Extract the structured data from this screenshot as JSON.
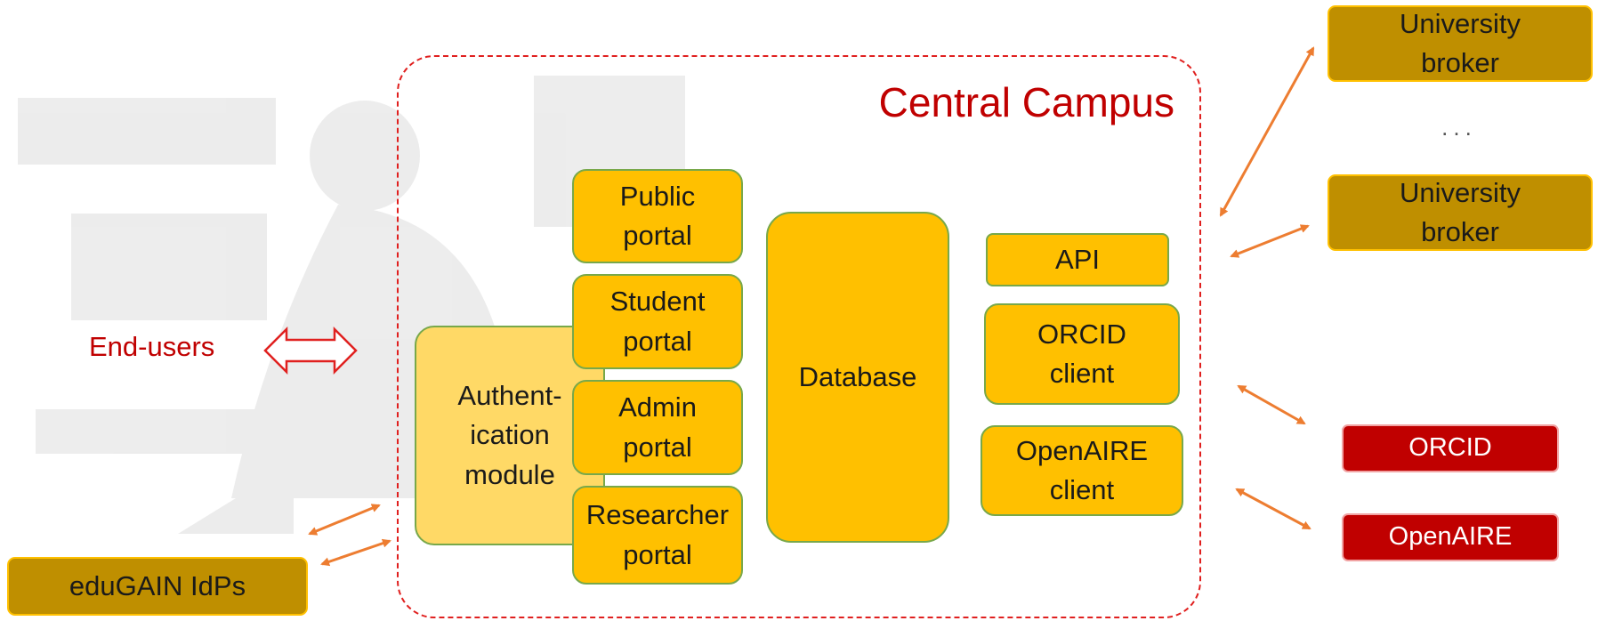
{
  "colors": {
    "campus_border": "#e0201f",
    "campus_title": "#c00000",
    "component_fill": "#ffc000",
    "auth_fill": "#ffd966",
    "component_border": "#78a84a",
    "broker_fill": "#bf8f00",
    "external_red": "#c00000",
    "connector": "#ed7d31"
  },
  "campus": {
    "title": "Central Campus"
  },
  "end_users": {
    "label": "End-users"
  },
  "components": {
    "public_portal": "Public\nportal",
    "student_portal": "Student\nportal",
    "admin_portal": "Admin\nportal",
    "researcher_portal": "Researcher\nportal",
    "auth_module": "Authent-\nication\nmodule",
    "database": "Database",
    "api": "API",
    "orcid_client": "ORCID\nclient",
    "openaire_client": "OpenAIRE\nclient"
  },
  "external": {
    "edugain": "eduGAIN IdPs",
    "broker_1": "University\nbroker",
    "broker_2": "University\nbroker",
    "ellipsis": "...",
    "orcid": "ORCID",
    "openaire": "OpenAIRE"
  }
}
